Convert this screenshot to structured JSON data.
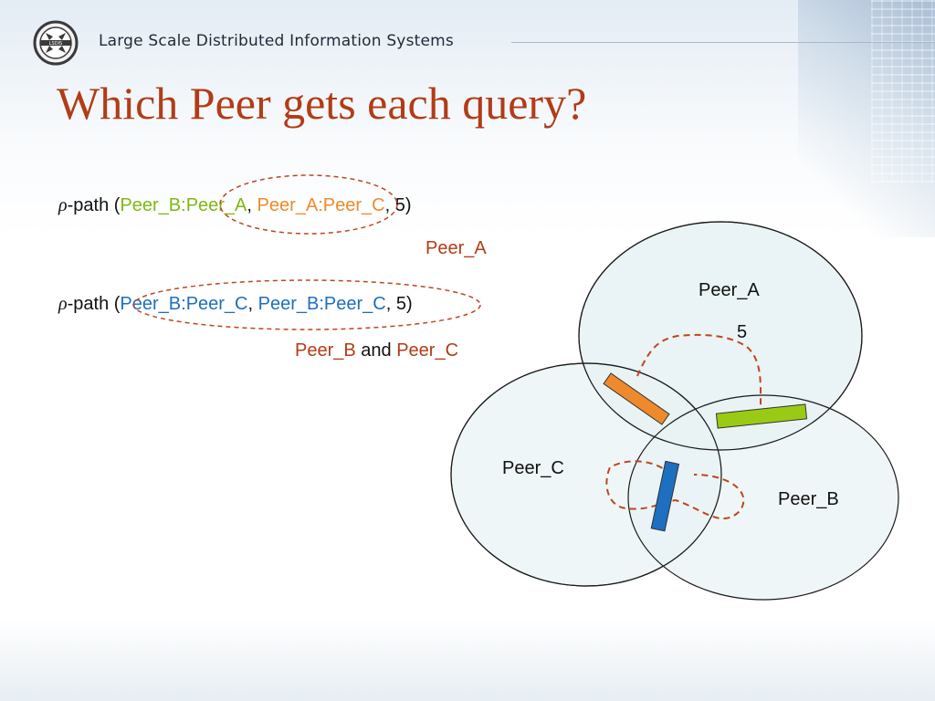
{
  "header": {
    "org_title": "Large Scale Distributed Information Systems"
  },
  "slide": {
    "title": "Which Peer gets each query?"
  },
  "query1": {
    "rho": "ρ",
    "path_word": "-path (",
    "k1": "Peer_B:Peer_A",
    "sep": ", ",
    "k2": "Peer_A:Peer_C",
    "tail": ", 5)",
    "answer": "Peer_A"
  },
  "query2": {
    "rho": "ρ",
    "path_word": "-path (",
    "k1": "Peer_B:Peer_C",
    "sep": ", ",
    "k2": "Peer_B:Peer_C",
    "tail": ", 5)",
    "answer_a": "Peer_B",
    "answer_and": " and ",
    "answer_b": "Peer_C"
  },
  "diagram": {
    "circle_a_label": "Peer_A",
    "circle_a_value": "5",
    "circle_b_label": "Peer_B",
    "circle_c_label": "Peer_C"
  },
  "colors": {
    "title_red": "#b23c17",
    "green": "#7fb811",
    "orange": "#ef8a2c",
    "blue": "#1d6fc0",
    "circle_fill": "#e8f2f4",
    "dashed_red": "#c0451e"
  }
}
